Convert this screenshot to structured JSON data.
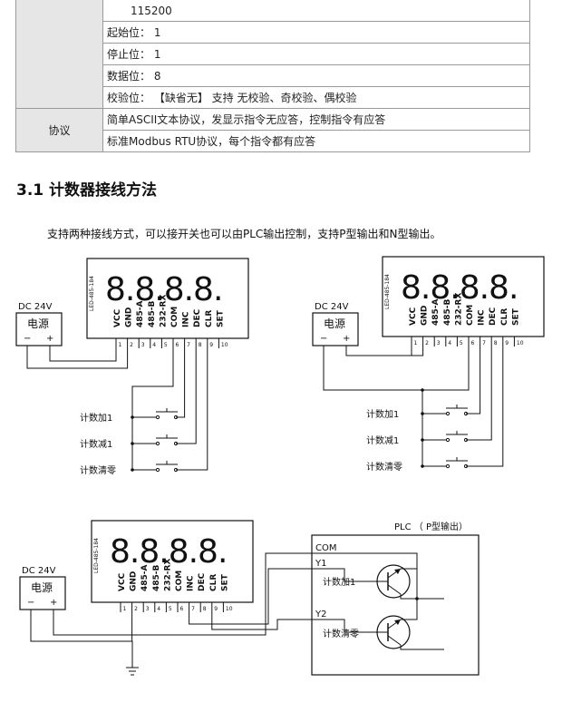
{
  "table": {
    "baud_rate": "115200",
    "rows": [
      {
        "text": "起始位： 1"
      },
      {
        "text": "停止位： 1"
      },
      {
        "text": "数据位： 8"
      },
      {
        "text": "校验位： 【缺省无】 支持 无校验、奇校验、偶校验"
      }
    ],
    "protocol_label": "协议",
    "protocol_rows": [
      {
        "text": "简单ASCII文本协议，发显示指令无应答，控制指令有应答"
      },
      {
        "text": "标准Modbus RTU协议，每个指令都有应答"
      }
    ]
  },
  "section": {
    "title": "3.1 计数器接线方法",
    "intro": "支持两种接线方式，可以接开关也可以由PLC输出控制，支持P型输出和N型输出。"
  },
  "diagram": {
    "display_digits": "8.8.8.8.",
    "model_label": "LED-485-184",
    "pins": [
      "VCC",
      "GND",
      "485-A",
      "485-B",
      "232-RX",
      "COM",
      "INC",
      "DEC",
      "CLR",
      "SET"
    ],
    "pin_numbers": [
      "1",
      "2",
      "3",
      "4",
      "5",
      "6",
      "7",
      "8",
      "9",
      "10"
    ],
    "power_voltage": "DC 24V",
    "power_label": "电源",
    "minus": "−",
    "plus": "+",
    "switch_labels": [
      "计数加1",
      "计数减1",
      "计数清零"
    ],
    "plc_title": "PLC （ P型输出）",
    "plc_com": "COM",
    "plc_y1": "Y1",
    "plc_y1_label": "计数加1",
    "plc_y2": "Y2",
    "plc_y2_label": "计数清零"
  }
}
